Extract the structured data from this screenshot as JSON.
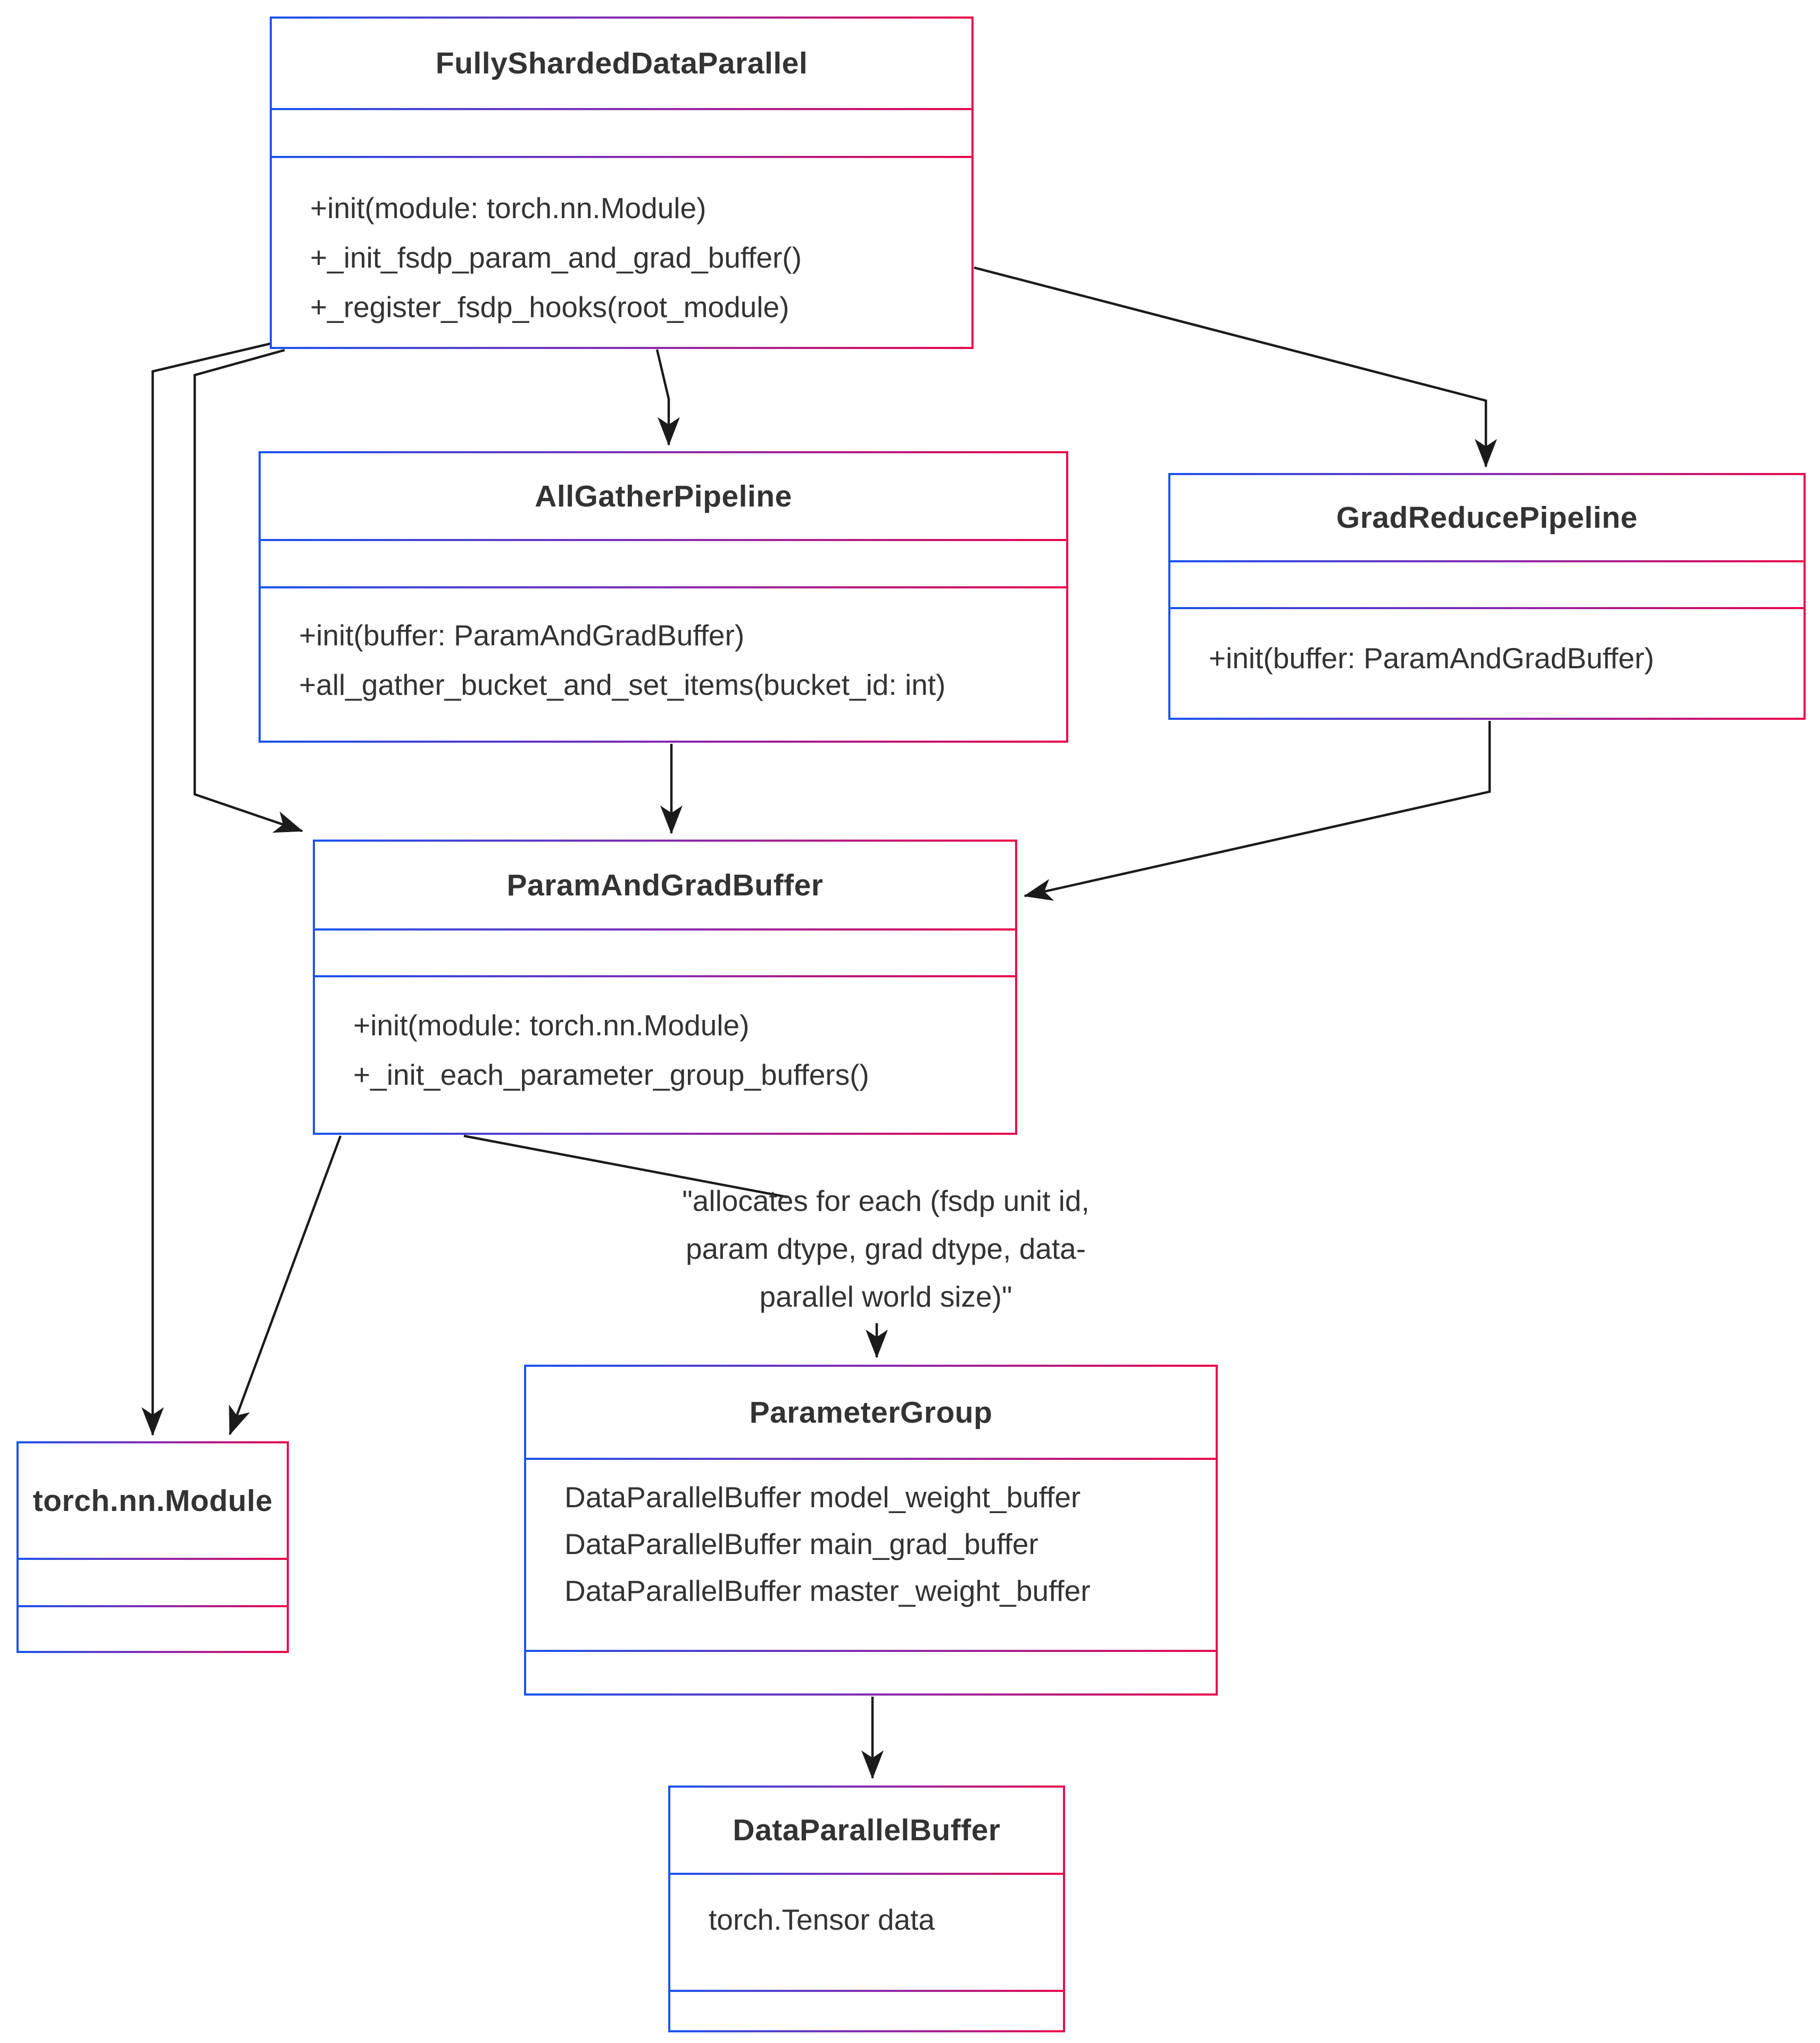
{
  "diagram": {
    "classes": [
      {
        "name": "FullyShardedDataParallel",
        "attributes": [],
        "methods": [
          "+init(module: torch.nn.Module)",
          "+_init_fsdp_param_and_grad_buffer()",
          "+_register_fsdp_hooks(root_module)"
        ]
      },
      {
        "name": "AllGatherPipeline",
        "attributes": [],
        "methods": [
          "+init(buffer: ParamAndGradBuffer)",
          "+all_gather_bucket_and_set_items(bucket_id: int)"
        ]
      },
      {
        "name": "GradReducePipeline",
        "attributes": [],
        "methods": [
          "+init(buffer: ParamAndGradBuffer)"
        ]
      },
      {
        "name": "ParamAndGradBuffer",
        "attributes": [],
        "methods": [
          "+init(module: torch.nn.Module)",
          "+_init_each_parameter_group_buffers()"
        ]
      },
      {
        "name": "torch.nn.Module",
        "attributes": [],
        "methods": []
      },
      {
        "name": "ParameterGroup",
        "attributes": [
          "DataParallelBuffer model_weight_buffer",
          "DataParallelBuffer main_grad_buffer",
          "DataParallelBuffer master_weight_buffer"
        ],
        "methods": []
      },
      {
        "name": "DataParallelBuffer",
        "attributes": [
          "torch.Tensor data"
        ],
        "methods": []
      }
    ],
    "annotation": {
      "lines": [
        "\"allocates for each (fsdp unit id,",
        "param dtype, grad dtype, data-",
        "parallel world size)\""
      ]
    },
    "edges": [
      {
        "from": "FullyShardedDataParallel",
        "to": "AllGatherPipeline"
      },
      {
        "from": "FullyShardedDataParallel",
        "to": "GradReducePipeline"
      },
      {
        "from": "FullyShardedDataParallel",
        "to": "ParamAndGradBuffer"
      },
      {
        "from": "FullyShardedDataParallel",
        "to": "torch.nn.Module"
      },
      {
        "from": "AllGatherPipeline",
        "to": "ParamAndGradBuffer"
      },
      {
        "from": "GradReducePipeline",
        "to": "ParamAndGradBuffer"
      },
      {
        "from": "ParamAndGradBuffer",
        "to": "torch.nn.Module"
      },
      {
        "from": "ParamAndGradBuffer",
        "to": "annotation-note"
      },
      {
        "from": "annotation-note",
        "to": "ParameterGroup"
      },
      {
        "from": "ParameterGroup",
        "to": "DataParallelBuffer"
      }
    ],
    "colors": {
      "border_gradient_start": "#1a55f0",
      "border_gradient_mid": "#8a2bb0",
      "border_gradient_end": "#e90a4c",
      "text": "#333333",
      "edge_line": "#1b1b1b",
      "background": "#ffffff"
    }
  }
}
